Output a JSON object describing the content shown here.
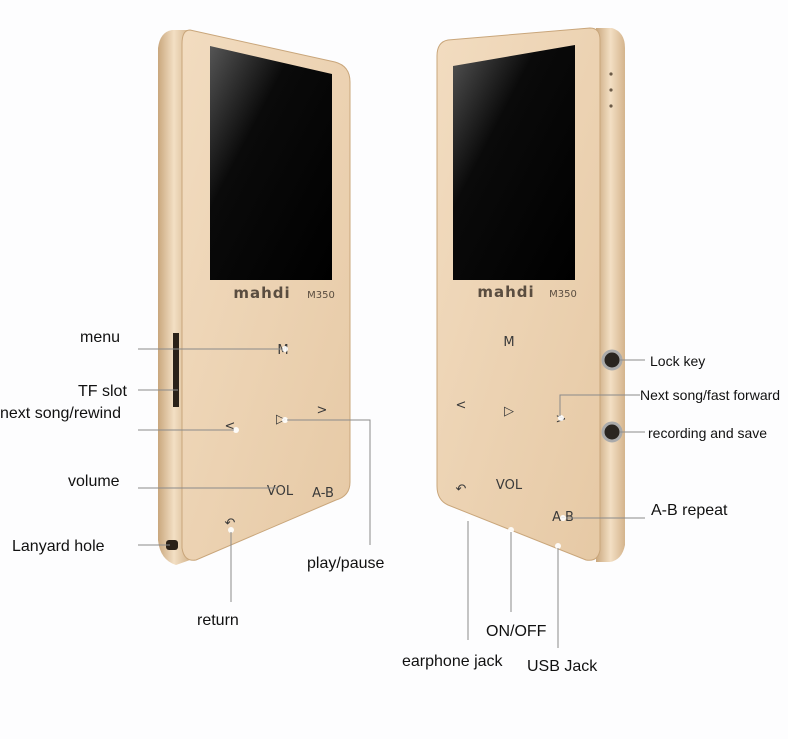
{
  "device": {
    "brand": "mahdi",
    "model": "M350"
  },
  "front_buttons": {
    "menu": "M",
    "prev": "<",
    "play": "▷",
    "next": ">",
    "volume": "VOL",
    "ab": "A-B",
    "return": "↶"
  },
  "labels_left": {
    "menu": "menu",
    "tf_slot": "TF slot",
    "prev": "next song/rewind",
    "volume": "volume",
    "lanyard": "Lanyard hole",
    "play_pause": "play/pause",
    "return": "return"
  },
  "labels_right": {
    "lock": "Lock key",
    "next": "Next song/fast forward",
    "record": "recording and save",
    "ab": "A-B repeat",
    "earphone": "earphone jack",
    "onoff": "ON/OFF",
    "usb": "USB Jack"
  },
  "colors": {
    "body": "#e8cfae",
    "side": "#d9b88f",
    "screen": "#050505"
  }
}
